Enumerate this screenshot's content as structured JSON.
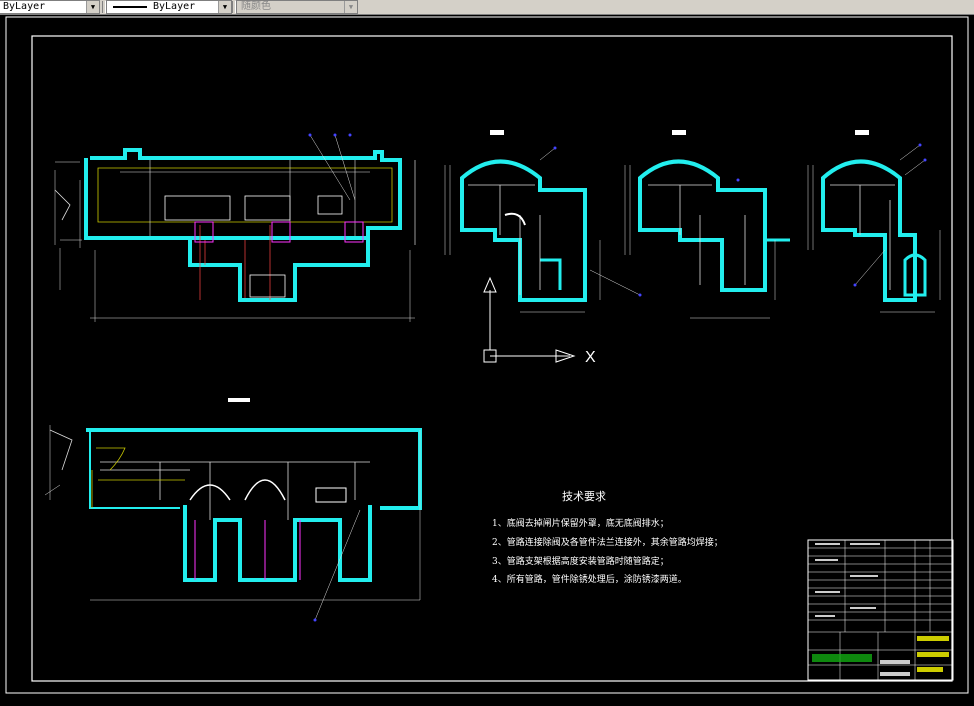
{
  "toolbar": {
    "linetype_value": "ByLayer",
    "lineweight_value": "ByLayer",
    "color_value": "随颜色"
  },
  "drawing": {
    "axis_x_label": "X",
    "tech_title": "技术要求",
    "notes": [
      "1、底阀去掉闸片保留外罩，底无底阀排水；",
      "2、管路连接除阀及各管件法兰连接外，其余管路均焊接；",
      "3、管路支架根据高度安装管路时随管路定；",
      "4、所有管路，管件除锈处理后，涂防锈漆两道。"
    ]
  }
}
